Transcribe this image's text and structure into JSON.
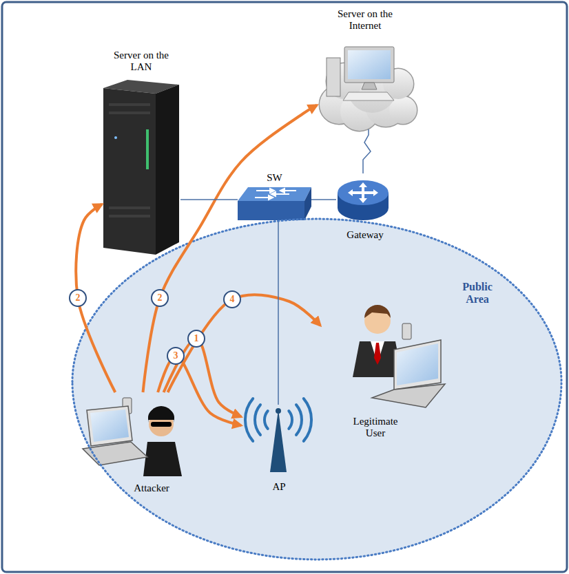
{
  "diagram": {
    "nodes": [
      {
        "text": [
          "Server on the Internet"
        ]
      },
      {
        "text": [
          "Server on the LAN"
        ]
      },
      {
        "text": [
          "SW"
        ]
      },
      {
        "text": [
          "Gateway"
        ]
      },
      {
        "text": [
          "Public Area"
        ]
      },
      {
        "text": [
          "AP"
        ],
        "in": 4
      },
      {
        "text": [
          "Legitimate User"
        ],
        "in": 4
      },
      {
        "text": [
          "Attacker"
        ],
        "in": 4
      }
    ],
    "edges": [
      {
        "from": 7,
        "to": 1,
        "arrow": "to",
        "label": "2"
      },
      {
        "from": 7,
        "to": 0,
        "arrow": "to",
        "label": "2"
      },
      {
        "from": 7,
        "to": 6,
        "arrow": "to",
        "label": "4"
      },
      {
        "from": 7,
        "to": 5,
        "arrow": "to",
        "label": "1"
      },
      {
        "from": 7,
        "to": 5,
        "arrow": "to",
        "label": "3"
      },
      {
        "from": 1,
        "to": 2,
        "arrow": "none"
      },
      {
        "from": 2,
        "to": 3,
        "arrow": "none"
      },
      {
        "from": 3,
        "to": 0,
        "arrow": "none"
      },
      {
        "from": 2,
        "to": 5,
        "arrow": "none"
      }
    ]
  }
}
